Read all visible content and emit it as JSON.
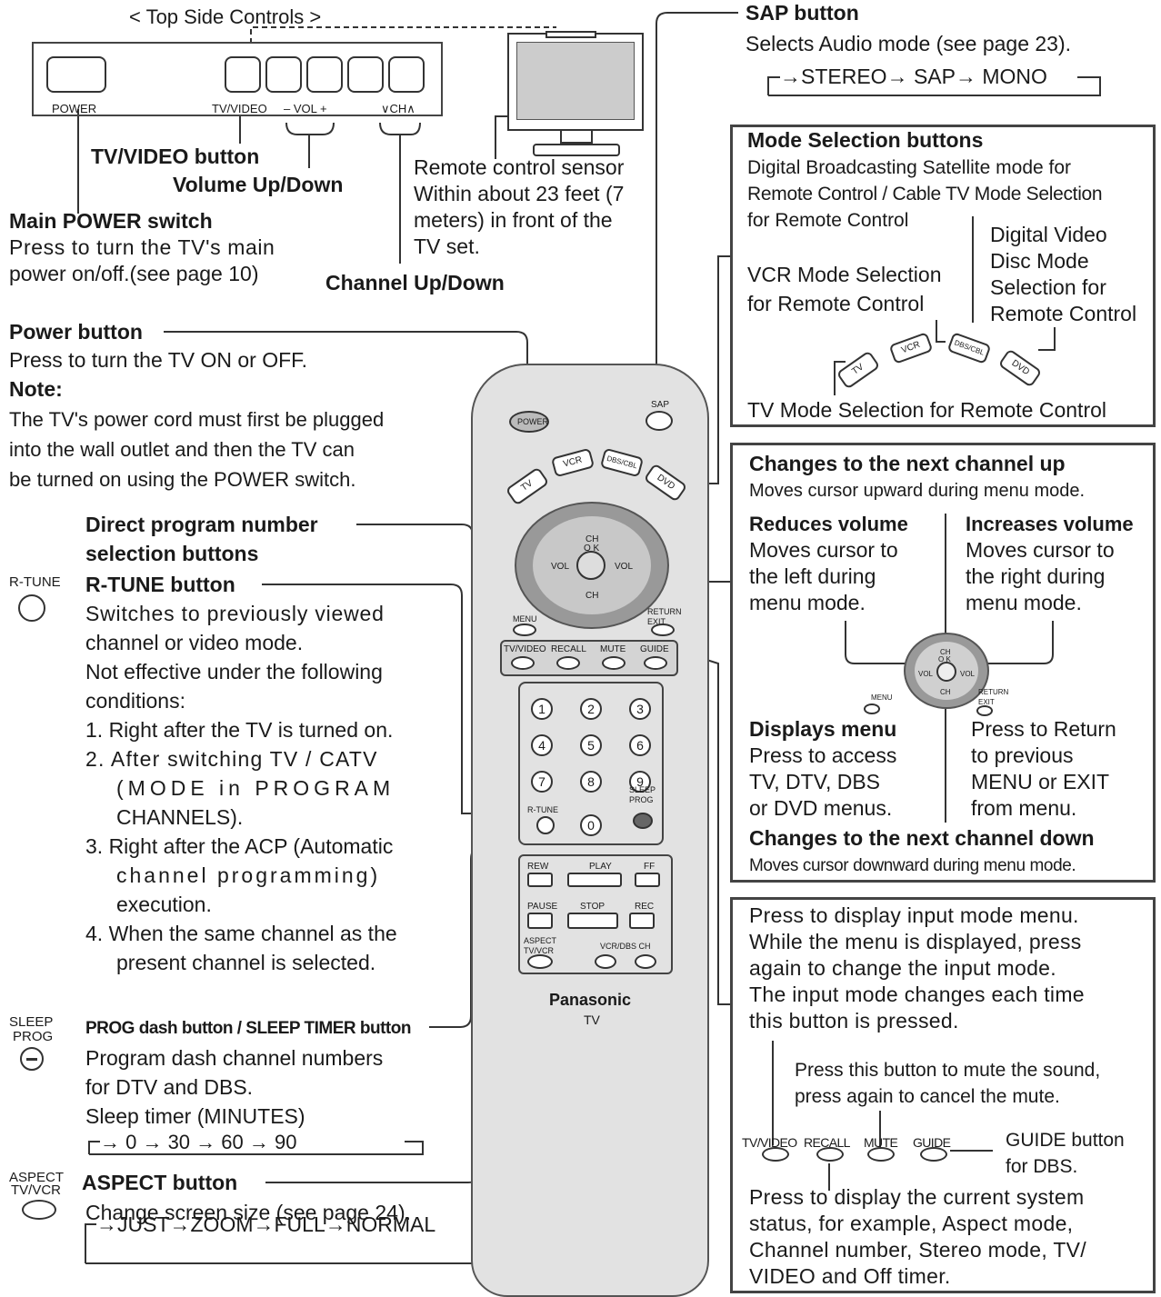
{
  "top_controls": {
    "heading": "< Top Side Controls >",
    "power_label": "POWER",
    "tvvideo_label": "TV/VIDEO",
    "vol_label": "– VOL +",
    "ch_label": "∨CH∧"
  },
  "left": {
    "tvvideo_button": "TV/VIDEO button",
    "volume_updown": "Volume Up/Down",
    "main_power_title": "Main POWER switch",
    "main_power_line1": "Press to turn the TV's main",
    "main_power_line2": "power on/off.(see page 10)",
    "channel_updown": "Channel Up/Down",
    "sensor_line1": "Remote control sensor",
    "sensor_line2": "Within about 23 feet (7",
    "sensor_line3": "meters) in front of the",
    "sensor_line4": "TV set.",
    "power_button_title": "Power button",
    "power_button_desc": "Press to turn the TV ON or OFF.",
    "note_title": "Note:",
    "note_line1": "The TV's power cord must first be plugged",
    "note_line2": "into the wall outlet and then the TV can",
    "note_line3": "be turned on using the POWER switch.",
    "direct_title1": "Direct program number",
    "direct_title2": "selection buttons",
    "rtune_icon_label": "R-TUNE",
    "rtune_title": "R-TUNE button",
    "rtune_line1": "Switches to previously viewed",
    "rtune_line2": "channel or video mode.",
    "rtune_line3": "Not effective under the following",
    "rtune_line4": "conditions:",
    "cond1": "1. Right after the TV is turned on.",
    "cond2a": "2. After switching TV / CATV",
    "cond2b": "(MODE in PROGRAM",
    "cond2c": "CHANNELS).",
    "cond3a": "3. Right after the ACP (Automatic",
    "cond3b": "channel programming)",
    "cond3c": "execution.",
    "cond4a": "4. When the same channel as the",
    "cond4b": "present channel is selected.",
    "sleep_icon_label1": "SLEEP",
    "sleep_icon_label2": "PROG",
    "prog_title": "PROG dash button / SLEEP TIMER button",
    "prog_line1": "Program dash channel numbers",
    "prog_line2": "for DTV and DBS.",
    "prog_line3": "Sleep timer (MINUTES)",
    "sleep_cycle": "→ 0 → 30 → 60 → 90",
    "aspect_icon_label1": "ASPECT",
    "aspect_icon_label2": "TV/VCR",
    "aspect_title": "ASPECT button",
    "aspect_desc": "Change screen size (see page 24).",
    "aspect_cycle": "→JUST→ZOOM→FULL→NORMAL"
  },
  "sap": {
    "title": "SAP button",
    "desc": "Selects Audio mode (see page 23).",
    "cycle": "→STEREO→ SAP→ MONO"
  },
  "mode_box": {
    "title": "Mode Selection buttons",
    "line1": "Digital Broadcasting Satellite mode for",
    "line2": "Remote Control / Cable TV Mode Selection",
    "line3": "for Remote Control",
    "dvd1": "Digital Video",
    "dvd2": "Disc Mode",
    "dvd3": "Selection for",
    "dvd4": "Remote Control",
    "vcr1": "VCR Mode Selection",
    "vcr2": "for Remote Control",
    "tv": "TV Mode Selection for Remote Control",
    "btn_tv": "TV",
    "btn_vcr": "VCR",
    "btn_dbs": "DBS/CBL",
    "btn_dvd": "DVD"
  },
  "nav_box": {
    "ch_up_title": "Changes to the next channel up",
    "ch_up_desc": "Moves cursor upward during menu mode.",
    "vol_down_title": "Reduces volume",
    "vol_down_1": "Moves cursor to",
    "vol_down_2": "the left during",
    "vol_down_3": "menu mode.",
    "vol_up_title": "Increases volume",
    "vol_up_1": "Moves cursor to",
    "vol_up_2": "the right during",
    "vol_up_3": "menu mode.",
    "menu_title": "Displays menu",
    "menu_1": "Press to access",
    "menu_2": "TV, DTV, DBS",
    "menu_3": "or DVD menus.",
    "return_1": "Press to Return",
    "return_2": "to previous",
    "return_3": "MENU or EXIT",
    "return_4": "from menu.",
    "ch_down_title": "Changes to the next channel down",
    "ch_down_desc": "Moves cursor downward during menu mode.",
    "mini_ch": "CH",
    "mini_ok": "O K",
    "mini_vol": "VOL",
    "mini_menu": "MENU",
    "mini_return": "RETURN EXIT"
  },
  "input_box": {
    "line1": "Press to display input mode menu.",
    "line2": "While the menu is displayed, press",
    "line3": "again to change the input mode.",
    "line4": "The input mode changes each time",
    "line5": "this button is pressed.",
    "mute1": "Press this button to mute the sound,",
    "mute2": "press again to cancel the mute.",
    "btn_tvvideo": "TV/VIDEO",
    "btn_recall": "RECALL",
    "btn_mute": "MUTE",
    "btn_guide": "GUIDE",
    "guide1": "GUIDE button",
    "guide2": "for DBS.",
    "recall1": "Press to display the current system",
    "recall2": "status, for example, Aspect mode,",
    "recall3": "Channel number, Stereo mode, TV/",
    "recall4": "VIDEO and Off timer."
  },
  "remote": {
    "power": "POWER",
    "sap": "SAP",
    "ch": "CH",
    "ok": "O K",
    "vol": "VOL",
    "menu": "MENU",
    "return_exit": "RETURN EXIT",
    "tvvideo": "TV/VIDEO",
    "recall": "RECALL",
    "mute": "MUTE",
    "guide": "GUIDE",
    "numbers": [
      "1",
      "2",
      "3",
      "4",
      "5",
      "6",
      "7",
      "8",
      "9",
      "0"
    ],
    "rtune": "R-TUNE",
    "sleep_prog": "SLEEP PROG",
    "rew": "REW",
    "play": "PLAY",
    "ff": "FF",
    "pause": "PAUSE",
    "stop": "STOP",
    "rec": "REC",
    "aspect": "ASPECT TV/VCR",
    "vcrdbs_ch": "VCR/DBS CH",
    "brand": "Panasonic",
    "tv": "TV"
  }
}
